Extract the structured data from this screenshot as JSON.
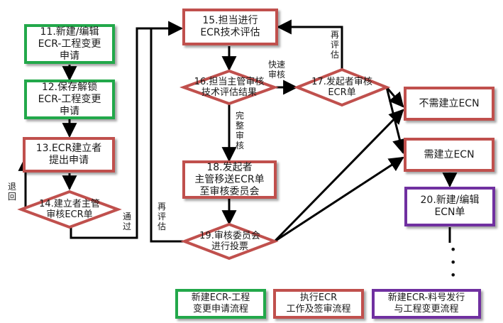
{
  "nodes": {
    "n11": "11.新建/编辑\nECR-工程变更\n申请",
    "n12": "12.保存解锁\nECR-工程变更\n申请",
    "n13": "13.ECR建立者\n提出申请",
    "n14": "14.建立者主管\n审核ECR单",
    "n15": "15.担当进行\nECR技术评估",
    "n16": "16.担当主管审核\n技术评估结果",
    "n17": "17.发起者审核\nECR单",
    "n18": "18.发起者\n主管移送ECR单\n至审核委员会",
    "n19": "19.审核委员会\n进行投票",
    "no_ecn": "不需建立ECN",
    "need_ecn": "需建立ECN",
    "n20": "20.新建/编辑\nECN单"
  },
  "labels": {
    "return": "退\n回",
    "pass": "通\n过",
    "reeval_left": "再\n评\n估",
    "reeval_right": "再\n评\n估",
    "fast_review": "快速\n审核",
    "full_review": "完\n整\n审\n核"
  },
  "legend": {
    "green": "新建ECR-工程\n变更申请流程",
    "red": "执行ECR\n工作及签审流程",
    "purple": "新建ECR-料号发行\n与工程变更流程"
  },
  "colors": {
    "green": "#22a84a",
    "red": "#c0504d",
    "purple": "#7030a0"
  }
}
